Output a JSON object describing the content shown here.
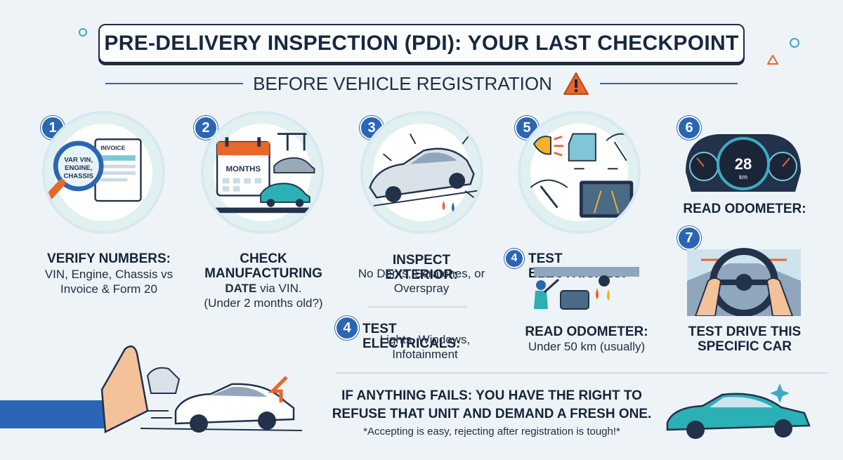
{
  "header": {
    "title": "PRE-DELIVERY INSPECTION (PDI): YOUR LAST CHECKPOINT",
    "subtitle": "BEFORE VEHICLE REGISTRATION"
  },
  "steps": [
    {
      "num": "1",
      "title": "VERIFY NUMBERS:",
      "body": "VIN, Engine, Chassis vs Invoice & Form 20",
      "icon": "magnifier-invoice-icon",
      "doc_label": "INVOICE",
      "lens_text": "VAR VIN, ENGINE, CHASSIS"
    },
    {
      "num": "2",
      "title": "CHECK MANUFACTURING",
      "title_tail": "DATE",
      "body_inline": " via VIN.",
      "body": "(Under 2 months old?)",
      "icon": "calendar-assembly-icon",
      "calendar_label": "MONTHS"
    },
    {
      "num": "3",
      "title": "INSPECT EXTERIOR:",
      "body": "No Dents, Scratches, or Overspray",
      "icon": "car-exterior-icon"
    },
    {
      "num": "4",
      "title": "TEST ELECTRICALS:",
      "body": "Lights, Windows, Infotainment",
      "icon": "electricals-icon"
    },
    {
      "num": "4",
      "title": "TEST ELECTRICALS:",
      "icon": "underbody-mechanic-icon"
    },
    {
      "num": "5",
      "title": "READ ODOMETER:",
      "body": "Under 50 km (usually)",
      "icon": "lights-windows-camera-icon"
    },
    {
      "num": "6",
      "title": "READ ODOMETER:",
      "icon": "odometer-icon",
      "gauge_value": "28",
      "gauge_unit": "km"
    },
    {
      "num": "7",
      "title": "TEST DRIVE THIS SPECIFIC CAR",
      "icon": "steering-wheel-icon"
    }
  ],
  "footer": {
    "message_line1": "IF ANYTHING FAILS: YOU HAVE THE RIGHT TO",
    "message_line2": "REFUSE THAT UNIT AND DEMAND A FRESH ONE.",
    "note": "*Accepting is easy, rejecting after registration is tough!*"
  },
  "colors": {
    "accent": "#2a66b3",
    "teal": "#2bb0b5",
    "warning": "#e8672a"
  }
}
